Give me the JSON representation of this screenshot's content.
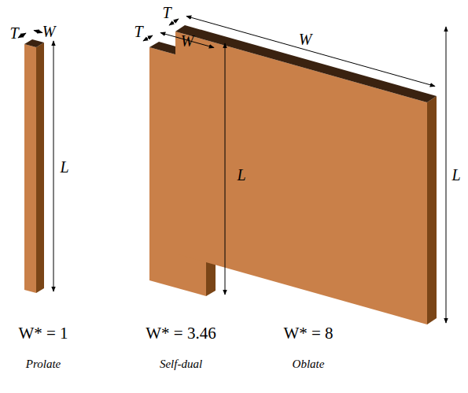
{
  "diagram": {
    "labels": [
      "T",
      "W",
      "L",
      "T",
      "W",
      "L",
      "T",
      "W",
      "L",
      "W* = 1",
      "W* = 3.46",
      "W* = 8",
      "Prolate",
      "Self-dual",
      "Oblate"
    ]
  }
}
